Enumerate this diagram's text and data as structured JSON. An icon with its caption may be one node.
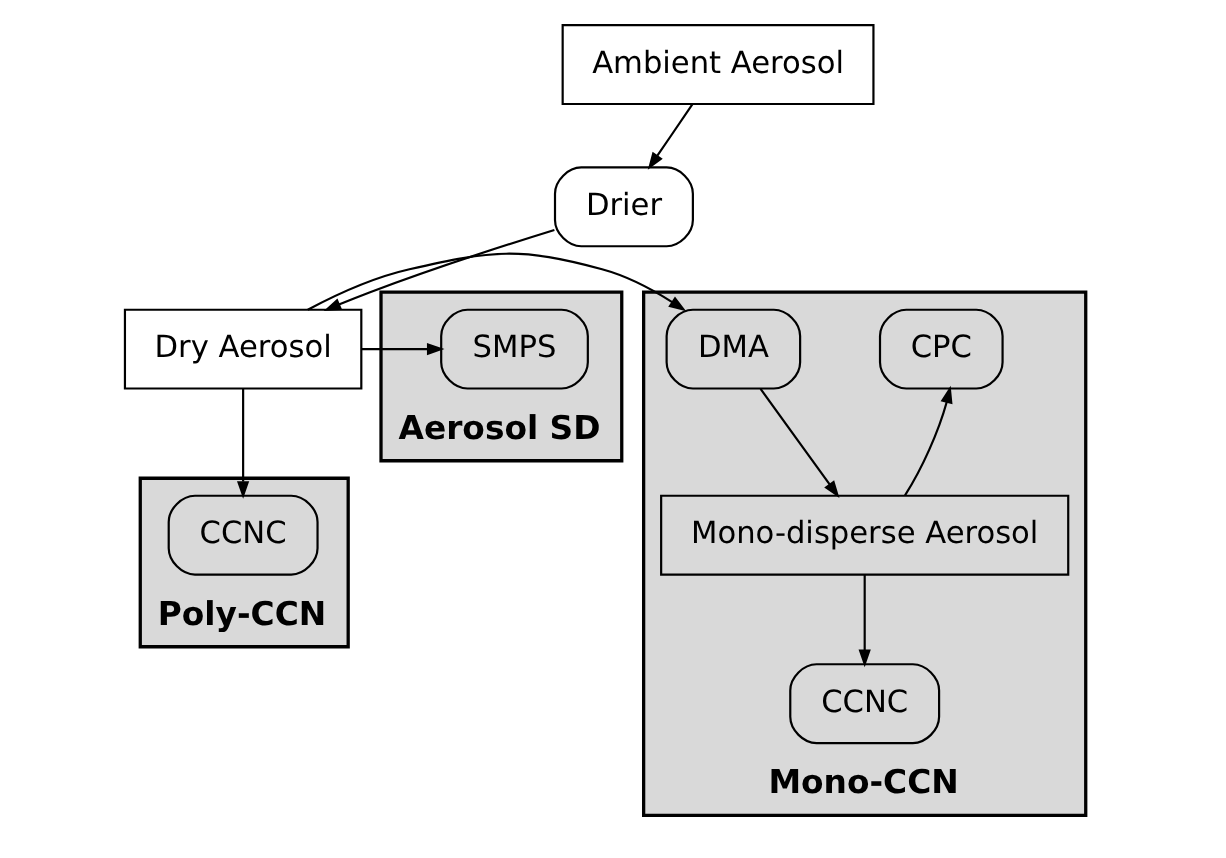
{
  "diagram": {
    "nodes": [
      {
        "text": [
          "Ambient Aerosol"
        ]
      },
      {
        "text": [
          "Drier"
        ]
      },
      {
        "text": [
          "Dry Aerosol"
        ]
      },
      {
        "text": [
          "Aerosol SD"
        ]
      },
      {
        "text": [
          "SMPS"
        ],
        "in": 3
      },
      {
        "text": [
          "Poly-CCN"
        ]
      },
      {
        "text": [
          "CCNC"
        ],
        "in": 5
      },
      {
        "text": [
          "Mono-CCN"
        ]
      },
      {
        "text": [
          "DMA"
        ],
        "in": 7
      },
      {
        "text": [
          "Mono-disperse Aerosol"
        ],
        "in": 7
      },
      {
        "text": [
          "CPC"
        ],
        "in": 7
      },
      {
        "text": [
          "CCNC"
        ],
        "in": 7
      }
    ],
    "edges": [
      {
        "from": 0,
        "to": 1,
        "arrow": "to"
      },
      {
        "from": 1,
        "to": 2,
        "arrow": "to"
      },
      {
        "from": 2,
        "to": 4,
        "arrow": "to"
      },
      {
        "from": 2,
        "to": 6,
        "arrow": "to"
      },
      {
        "from": 2,
        "to": 8,
        "arrow": "to"
      },
      {
        "from": 8,
        "to": 9,
        "arrow": "to"
      },
      {
        "from": 9,
        "to": 10,
        "arrow": "to"
      },
      {
        "from": 9,
        "to": 11,
        "arrow": "to"
      }
    ]
  }
}
